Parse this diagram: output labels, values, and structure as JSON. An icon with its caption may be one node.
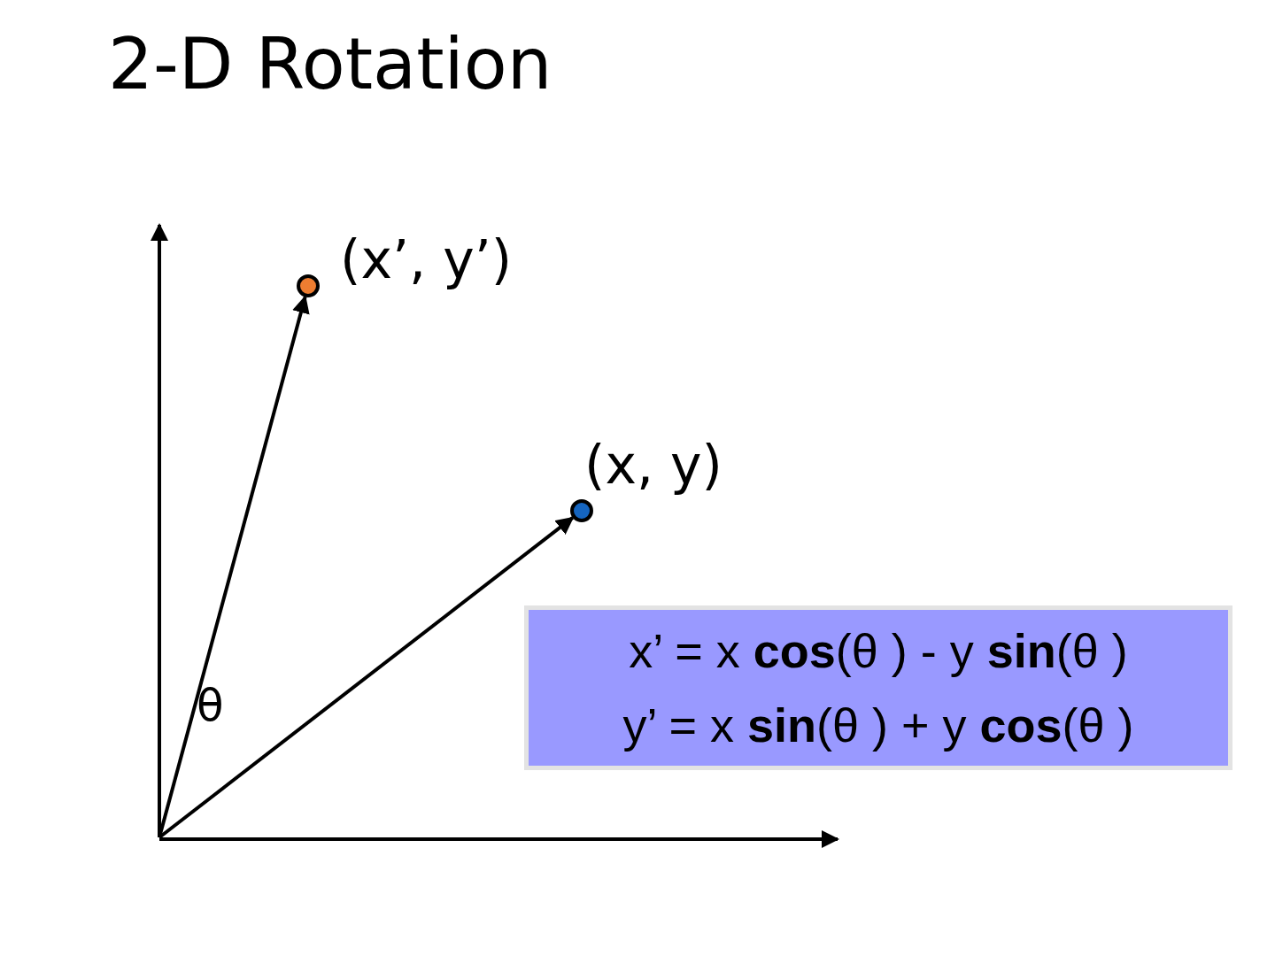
{
  "diagram": {
    "title": "2-D Rotation",
    "nodes": [
      {
        "text": [],
        "shape": "circle",
        "beside": [
          "(x’, y’)"
        ]
      },
      {
        "text": [],
        "shape": "circle",
        "beside": [
          "(x, y)"
        ]
      },
      {
        "text": [
          "x’ = x **cos**(θ ) - y **sin**(θ )",
          "y’ = x **sin**(θ ) + y **cos**(θ )"
        ]
      }
    ],
    "edges": [
      {
        "from": null,
        "to": 0,
        "arrow": "to"
      },
      {
        "from": null,
        "to": 1,
        "arrow": "to"
      }
    ],
    "labels": [
      "θ"
    ]
  }
}
